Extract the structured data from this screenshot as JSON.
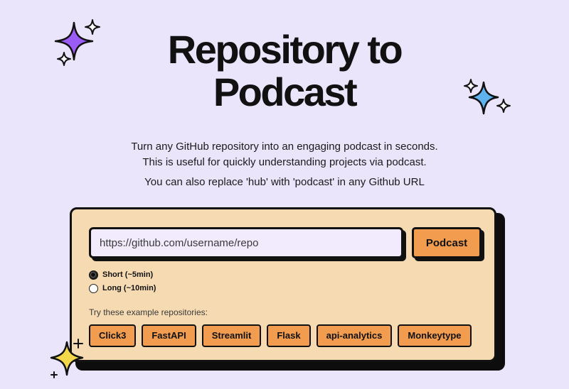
{
  "header": {
    "title_line1": "Repository to",
    "title_line2": "Podcast"
  },
  "description": {
    "line1": "Turn any GitHub repository into an engaging podcast in seconds.",
    "line2": "This is useful for quickly understanding projects via podcast.",
    "hint": "You can also replace 'hub' with 'podcast' in any Github URL"
  },
  "form": {
    "url_placeholder": "https://github.com/username/repo",
    "submit_label": "Podcast",
    "length_options": [
      {
        "label": "Short (~5min)",
        "selected": true
      },
      {
        "label": "Long (~10min)",
        "selected": false
      }
    ]
  },
  "examples": {
    "label": "Try these example repositories:",
    "items": [
      "Click3",
      "FastAPI",
      "Streamlit",
      "Flask",
      "api-analytics",
      "Monkeytype"
    ]
  },
  "colors": {
    "background": "#ebe5fc",
    "card": "#f6dbb2",
    "accent_orange": "#f19c4f",
    "input_bg": "#f1ebfd",
    "sparkle_purple": "#9b5cf6",
    "sparkle_blue": "#5eb3ef",
    "sparkle_yellow": "#f4d84a"
  }
}
